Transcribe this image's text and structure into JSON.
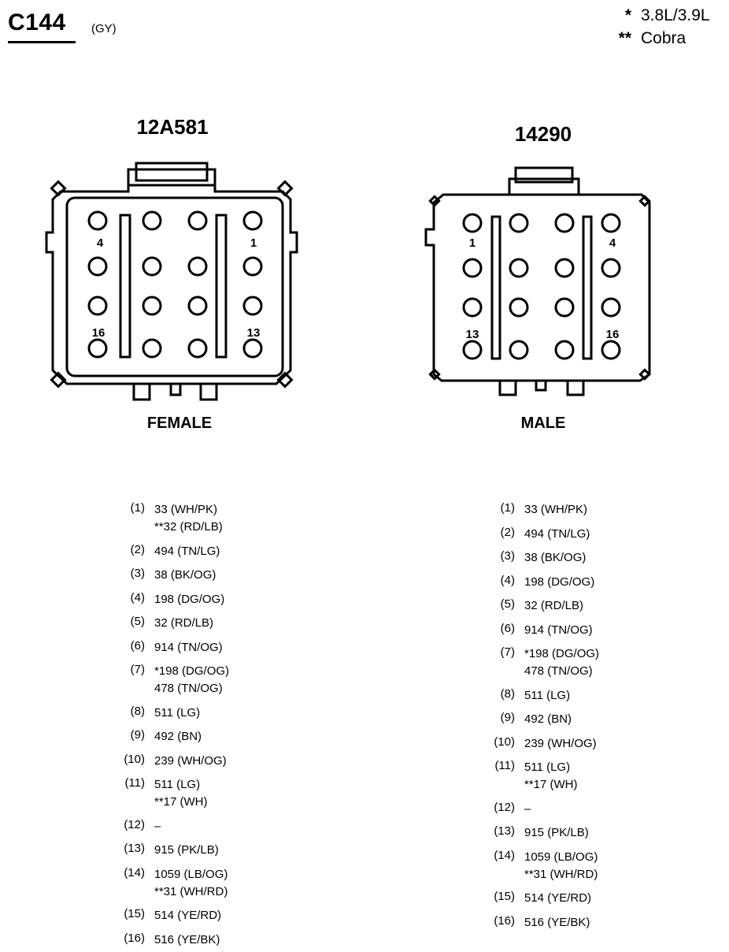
{
  "header": {
    "code": "C144",
    "color": "(GY)"
  },
  "legend": [
    {
      "marker": "*",
      "text": "3.8L/3.9L"
    },
    {
      "marker": "**",
      "text": "Cobra"
    }
  ],
  "connectors": [
    {
      "part": "12A581",
      "gender": "FEMALE",
      "pin_labels": {
        "top_left": "4",
        "top_right": "1",
        "bottom_left": "16",
        "bottom_right": "13"
      }
    },
    {
      "part": "14290",
      "gender": "MALE",
      "pin_labels": {
        "top_left": "1",
        "top_right": "4",
        "bottom_left": "13",
        "bottom_right": "16"
      }
    }
  ],
  "female_pins": [
    {
      "pin": "(1)",
      "wires": [
        "33 (WH/PK)",
        "**32 (RD/LB)"
      ]
    },
    {
      "pin": "(2)",
      "wires": [
        "494 (TN/LG)"
      ]
    },
    {
      "pin": "(3)",
      "wires": [
        "38 (BK/OG)"
      ]
    },
    {
      "pin": "(4)",
      "wires": [
        "198 (DG/OG)"
      ]
    },
    {
      "pin": "(5)",
      "wires": [
        "32 (RD/LB)"
      ]
    },
    {
      "pin": "(6)",
      "wires": [
        "914 (TN/OG)"
      ]
    },
    {
      "pin": "(7)",
      "wires": [
        "*198 (DG/OG)",
        "478 (TN/OG)"
      ]
    },
    {
      "pin": "(8)",
      "wires": [
        "511 (LG)"
      ]
    },
    {
      "pin": "(9)",
      "wires": [
        "492 (BN)"
      ]
    },
    {
      "pin": "(10)",
      "wires": [
        "239 (WH/OG)"
      ]
    },
    {
      "pin": "(11)",
      "wires": [
        "511 (LG)",
        "**17 (WH)"
      ]
    },
    {
      "pin": "(12)",
      "wires": [
        "–"
      ]
    },
    {
      "pin": "(13)",
      "wires": [
        "915 (PK/LB)"
      ]
    },
    {
      "pin": "(14)",
      "wires": [
        "1059 (LB/OG)",
        "**31 (WH/RD)"
      ]
    },
    {
      "pin": "(15)",
      "wires": [
        "514 (YE/RD)"
      ]
    },
    {
      "pin": "(16)",
      "wires": [
        "516 (YE/BK)"
      ]
    }
  ],
  "male_pins": [
    {
      "pin": "(1)",
      "wires": [
        "33 (WH/PK)"
      ]
    },
    {
      "pin": "(2)",
      "wires": [
        "494 (TN/LG)"
      ]
    },
    {
      "pin": "(3)",
      "wires": [
        "38 (BK/OG)"
      ]
    },
    {
      "pin": "(4)",
      "wires": [
        "198 (DG/OG)"
      ]
    },
    {
      "pin": "(5)",
      "wires": [
        "32 (RD/LB)"
      ]
    },
    {
      "pin": "(6)",
      "wires": [
        "914 (TN/OG)"
      ]
    },
    {
      "pin": "(7)",
      "wires": [
        "*198 (DG/OG)",
        "478 (TN/OG)"
      ]
    },
    {
      "pin": "(8)",
      "wires": [
        "511 (LG)"
      ]
    },
    {
      "pin": "(9)",
      "wires": [
        "492 (BN)"
      ]
    },
    {
      "pin": "(10)",
      "wires": [
        "239 (WH/OG)"
      ]
    },
    {
      "pin": "(11)",
      "wires": [
        "511 (LG)",
        "**17 (WH)"
      ]
    },
    {
      "pin": "(12)",
      "wires": [
        "–"
      ]
    },
    {
      "pin": "(13)",
      "wires": [
        "915 (PK/LB)"
      ]
    },
    {
      "pin": "(14)",
      "wires": [
        "1059 (LB/OG)",
        "**31 (WH/RD)"
      ]
    },
    {
      "pin": "(15)",
      "wires": [
        "514 (YE/RD)"
      ]
    },
    {
      "pin": "(16)",
      "wires": [
        "516 (YE/BK)"
      ]
    }
  ]
}
